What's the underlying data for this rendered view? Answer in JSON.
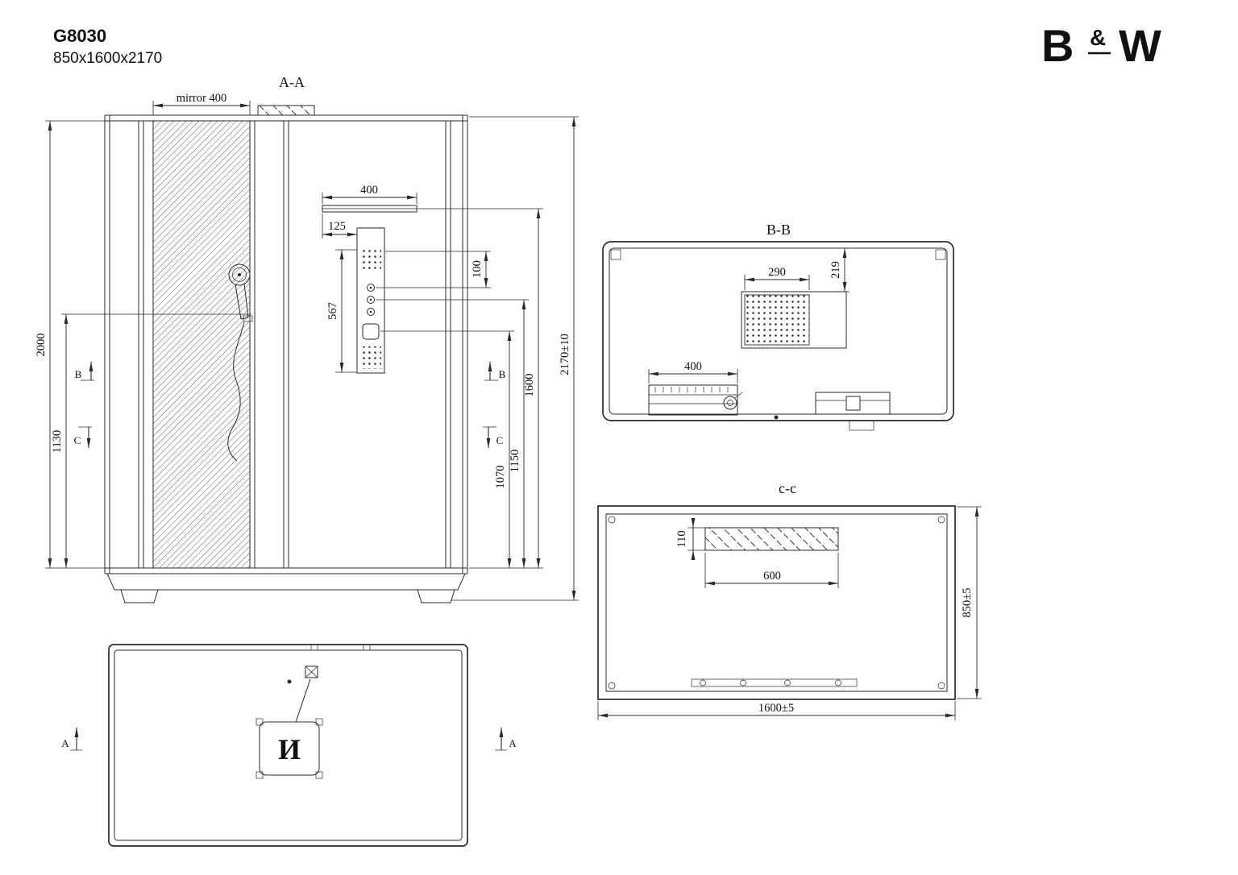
{
  "title": {
    "model": "G8030",
    "size": "850x1600x2170"
  },
  "logo": {
    "b": "B",
    "amp": "&",
    "w": "W"
  },
  "front": {
    "label": "A-A",
    "mirror": "mirror 400",
    "d2000": "2000",
    "d1130": "1130",
    "d400": "400",
    "d125": "125",
    "d100": "100",
    "d567": "567",
    "d2170": "2170±10",
    "d1600": "1600",
    "d1150": "1150",
    "d1070": "1070",
    "sb": "B",
    "sc": "C"
  },
  "bb": {
    "label": "B-B",
    "d290": "290",
    "d219": "219",
    "d400": "400"
  },
  "cc": {
    "label": "c-c",
    "d110": "110",
    "d600": "600",
    "d850": "850±5",
    "d1600": "1600±5"
  },
  "plan": {
    "sa": "A",
    "symbol": "И"
  }
}
